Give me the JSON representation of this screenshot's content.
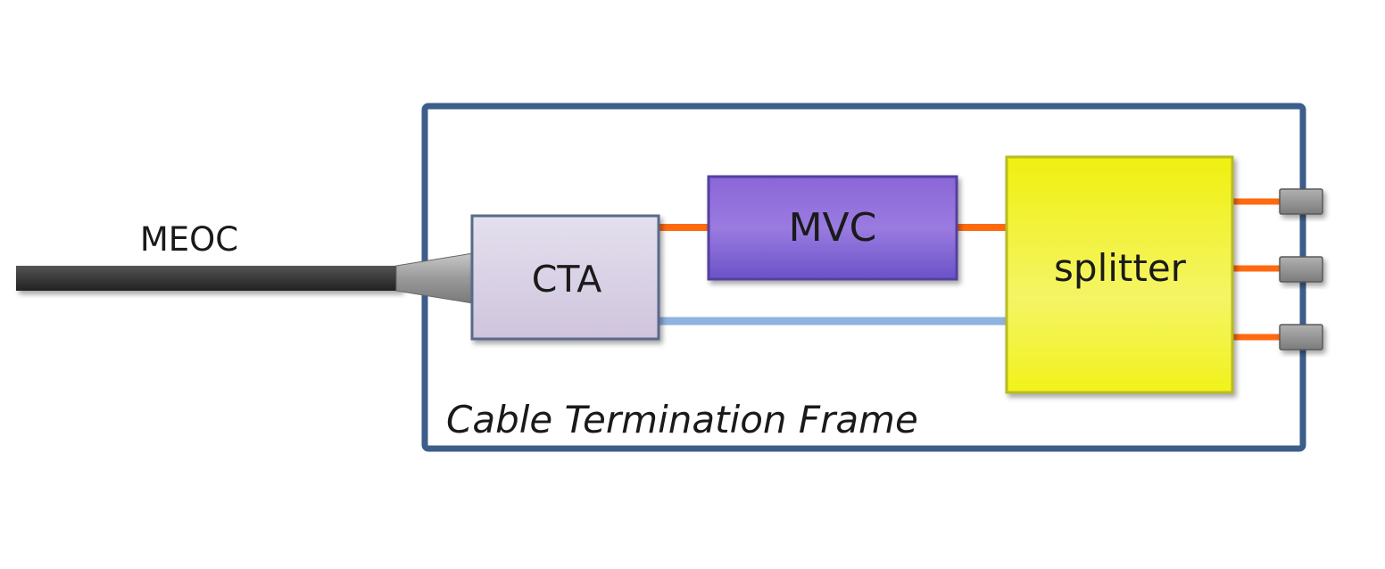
{
  "labels": {
    "cable": "MEOC",
    "cta": "CTA",
    "mvc": "MVC",
    "splitter": "splitter",
    "frame": "Cable Termination Frame"
  },
  "colors": {
    "frame_border": "#3d5d8a",
    "cable": "#3a3a3a",
    "connector_taper": "#a0a0a0",
    "cta_fill": "#dcd6e8",
    "cta_border": "#5a6a8a",
    "mvc_fill": "#7a5fd0",
    "mvc_border": "#5540a0",
    "splitter_fill": "#f2f21e",
    "splitter_border": "#b8bc20",
    "orange_fiber": "#ff6a10",
    "blue_fiber": "#8fb3e0",
    "port_fill": "#909090"
  }
}
